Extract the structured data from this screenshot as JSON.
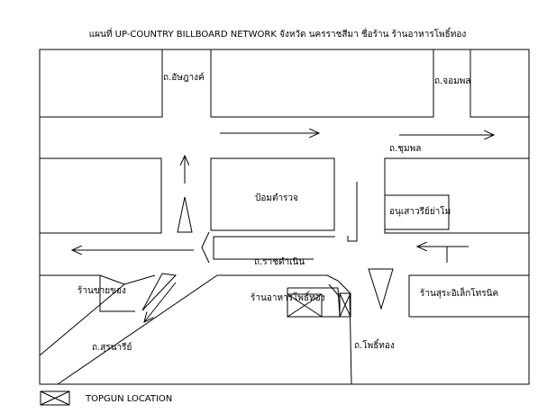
{
  "title": "แผนที่ UP-COUNTRY BILLBOARD NETWORK จังหวัด นครราชสีมา ชื่อร้าน ร้านอาหารโพธิ์ทอง",
  "roads": {
    "asadang": "ถ.อัษฎางค์",
    "chomphon": "ถ.จอมพล",
    "chumphon": "ถ.ชุมพล",
    "ratchadamnoen": "ถ.ราชดำเนิน",
    "suranari": "ถ.สุรนารีย์",
    "phothong": "ถ.โพธิ์ทอง"
  },
  "places": {
    "police_box": "ป้อมตำรวจ",
    "monument": "อนุเสาวรีย์ย่าโม",
    "gold_shop": "ร้านขายของ",
    "restaurant": "ร้านอาหารโพธิ์ทอง",
    "electronics_shop": "ร้านสุระอิเล็กโทรนิค"
  },
  "legend": {
    "label": "TOPGUN LOCATION",
    "icon": "crossed-box-icon"
  },
  "colors": {
    "line": "#000000",
    "background": "#ffffff"
  }
}
